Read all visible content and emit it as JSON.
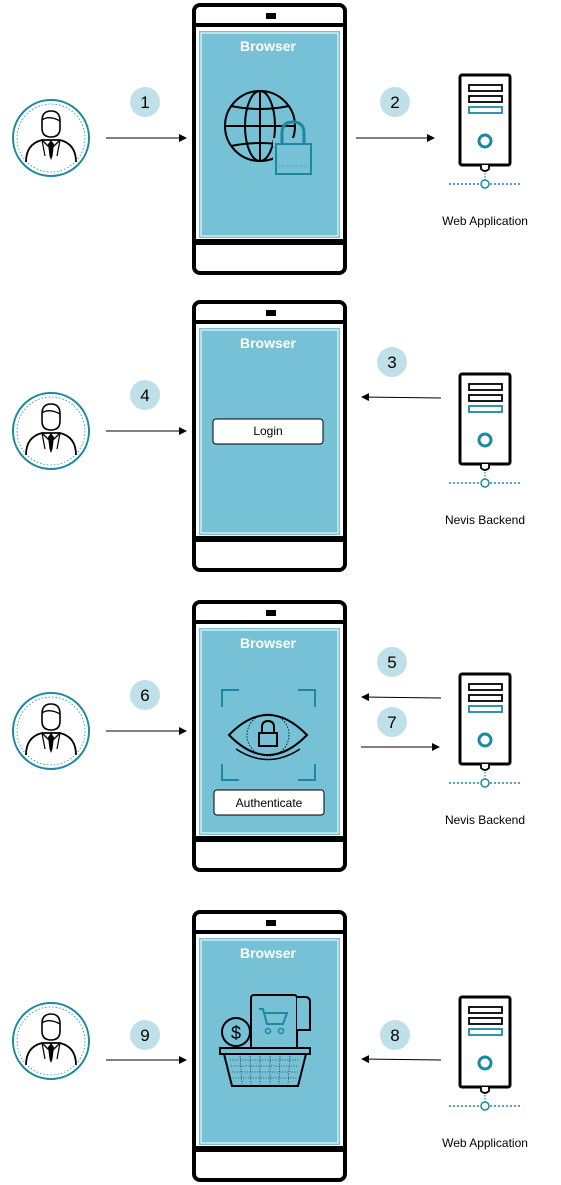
{
  "colors": {
    "screen": "#76c1d6",
    "badge": "#bfe0e8",
    "teal": "#1b8aa0",
    "frame": "#000000"
  },
  "rows": [
    {
      "browser_title": "Browser",
      "server_label": "Web Application",
      "screen_icon": "globe-lock-icon",
      "left_step": "1",
      "right_steps": [
        {
          "number": "2",
          "direction": "to-server"
        }
      ]
    },
    {
      "browser_title": "Browser",
      "server_label": "Nevis Backend",
      "screen_icon": "login-button",
      "button_label": "Login",
      "left_step": "4",
      "right_steps": [
        {
          "number": "3",
          "direction": "to-browser"
        }
      ]
    },
    {
      "browser_title": "Browser",
      "server_label": "Nevis Backend",
      "screen_icon": "eye-scan-lock-icon",
      "button_label": "Authenticate",
      "left_step": "6",
      "right_steps": [
        {
          "number": "5",
          "direction": "to-browser"
        },
        {
          "number": "7",
          "direction": "to-server"
        }
      ]
    },
    {
      "browser_title": "Browser",
      "server_label": "Web Application",
      "screen_icon": "shopping-basket-dollar-icon",
      "left_step": "9",
      "right_steps": [
        {
          "number": "8",
          "direction": "to-browser"
        }
      ]
    }
  ]
}
